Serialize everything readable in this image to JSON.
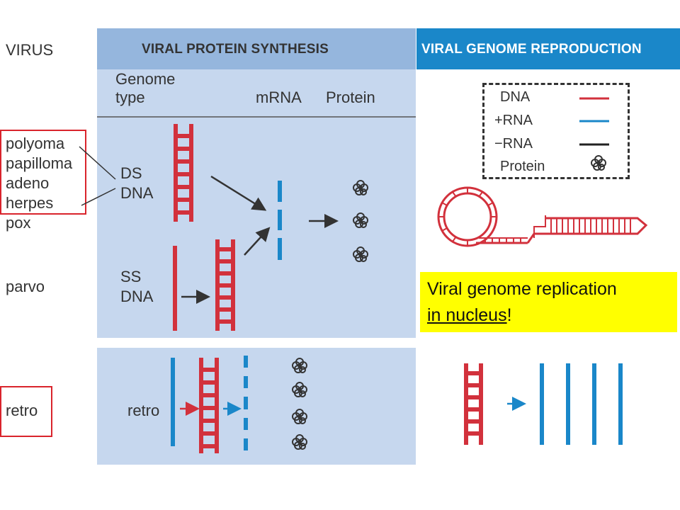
{
  "header": {
    "virus_label": "VIRUS",
    "left_title": "VIRAL PROTEIN SYNTHESIS",
    "right_title": "VIRAL GENOME REPRODUCTION"
  },
  "columns": {
    "genome_type_line1": "Genome",
    "genome_type_line2": "type",
    "mrna": "mRNA",
    "protein": "Protein"
  },
  "virus_groups": {
    "ds_dna_viruses": [
      "polyoma",
      "papilloma",
      "adeno",
      "herpes",
      "pox"
    ],
    "ss_dna_virus": "parvo",
    "retro_virus": "retro"
  },
  "genome_labels": {
    "ds_line1": "DS",
    "ds_line2": "DNA",
    "ss_line1": "SS",
    "ss_line2": "DNA",
    "retro": "retro"
  },
  "legend": {
    "items": [
      {
        "label": "DNA",
        "color": "#d2313c"
      },
      {
        "label": "+RNA",
        "color": "#1a87c9"
      },
      {
        "label": "−RNA",
        "color": "#222222"
      },
      {
        "label": "Protein",
        "icon": "protein-blob-icon"
      }
    ]
  },
  "note": {
    "line1": "Viral genome replication",
    "line2_underlined": "in nucleus",
    "line2_tail": "!"
  },
  "colors": {
    "dna_red": "#d2313c",
    "rna_blue": "#1a87c9",
    "panel_bg": "#c6d7ee",
    "panel_header": "#95b6dd",
    "right_header": "#1a87c9",
    "highlight_box": "#d9242c",
    "note_bg": "#ffff00"
  }
}
